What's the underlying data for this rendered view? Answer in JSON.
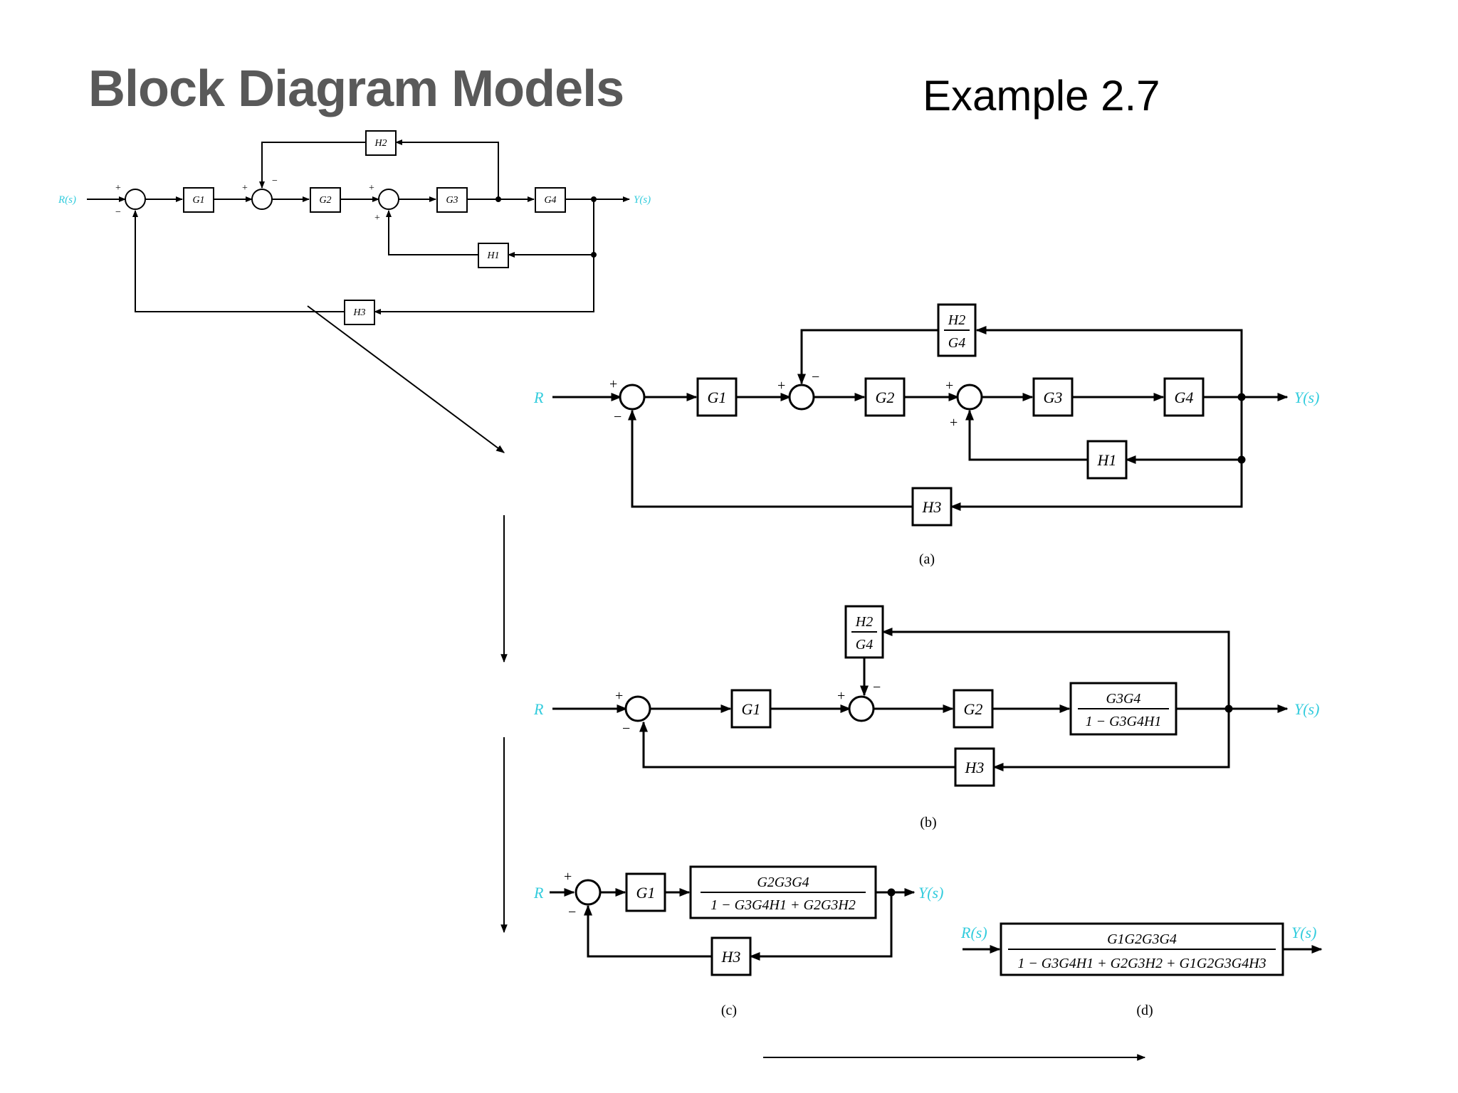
{
  "slide": {
    "title": "Block Diagram Models",
    "example": "Example 2.7"
  },
  "colors": {
    "signal_label": "#33ccdd",
    "title": "#595959",
    "line": "#000000"
  },
  "original": {
    "input": "R(s)",
    "output": "Y(s)",
    "blocks": {
      "g1": "G1",
      "g2": "G2",
      "g3": "G3",
      "g4": "G4",
      "h1": "H1",
      "h2": "H2",
      "h3": "H3"
    }
  },
  "diagram_a": {
    "input": "R",
    "output": "Y(s)",
    "caption": "(a)",
    "blocks": {
      "g1": "G1",
      "g2": "G2",
      "g3": "G3",
      "g4": "G4",
      "h1": "H1",
      "h3": "H3",
      "h2g4_num": "H2",
      "h2g4_den": "G4"
    }
  },
  "diagram_b": {
    "input": "R",
    "output": "Y(s)",
    "caption": "(b)",
    "blocks": {
      "g1": "G1",
      "g2": "G2",
      "h3": "H3",
      "h2g4_num": "H2",
      "h2g4_den": "G4",
      "frac_num": "G3G4",
      "frac_den": "1 − G3G4H1"
    }
  },
  "diagram_c": {
    "input": "R",
    "output": "Y(s)",
    "caption": "(c)",
    "blocks": {
      "g1": "G1",
      "h3": "H3",
      "frac_num": "G2G3G4",
      "frac_den": "1 − G3G4H1 + G2G3H2"
    }
  },
  "diagram_d": {
    "input": "R(s)",
    "output": "Y(s)",
    "caption": "(d)",
    "frac_num": "G1G2G3G4",
    "frac_den": "1 − G3G4H1 + G2G3H2 + G1G2G3G4H3"
  }
}
